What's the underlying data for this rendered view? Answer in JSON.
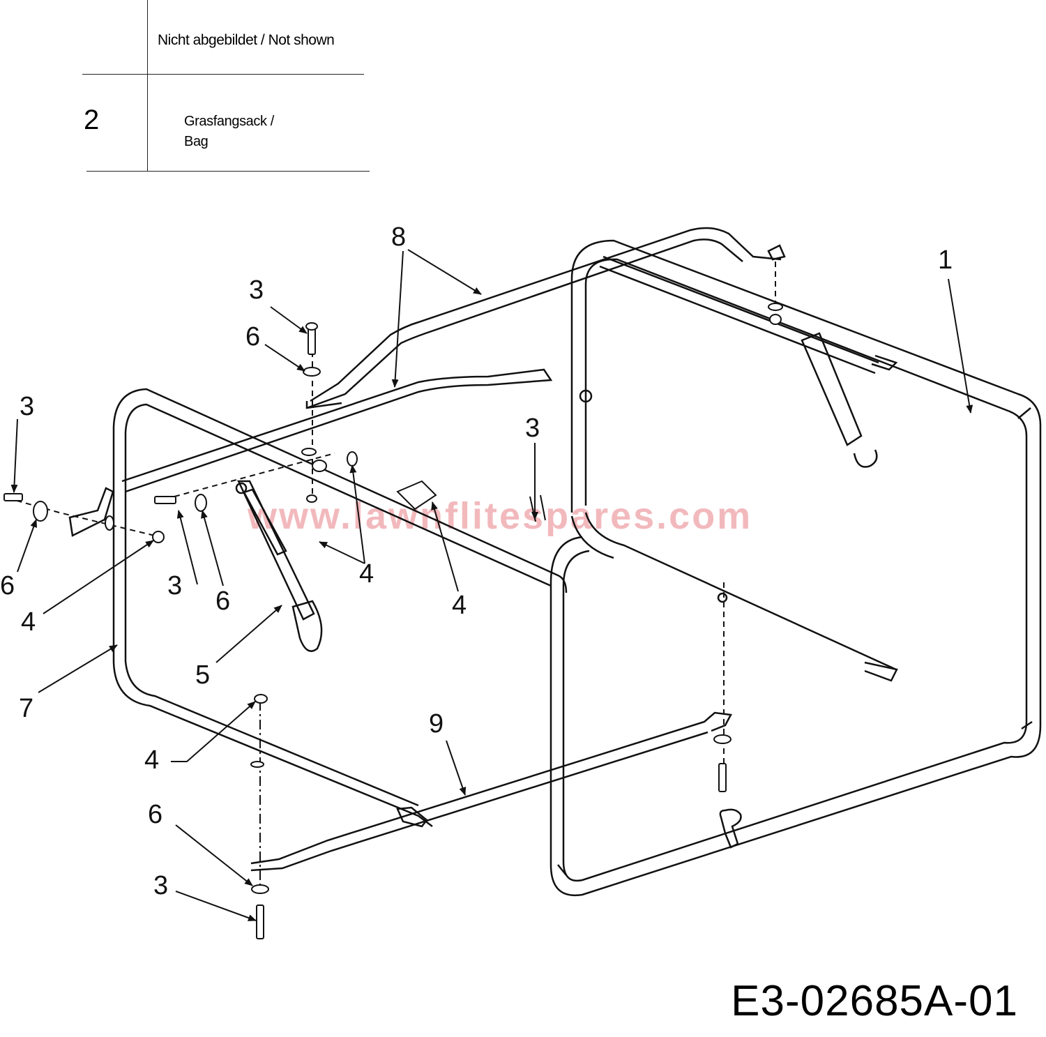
{
  "parts_table": {
    "header": "Nicht abgebildet / Not shown",
    "rows": [
      {
        "number": "2",
        "description_line1": "Grasfangsack /",
        "description_line2": "Bag"
      }
    ]
  },
  "watermark": "www.lawnflitespares.com",
  "drawing_id": "E3-02685A-01",
  "callouts": {
    "c1": "1",
    "c8": "8",
    "c3a": "3",
    "c6a": "6",
    "c3b": "3",
    "c6b": "6",
    "c4b": "4",
    "c3c": "3",
    "c6c": "6",
    "c4c": "4",
    "c3d": "3",
    "c4d": "4",
    "c5": "5",
    "c7": "7",
    "c9": "9",
    "c4e": "4",
    "c6e": "6",
    "c3e": "3"
  }
}
